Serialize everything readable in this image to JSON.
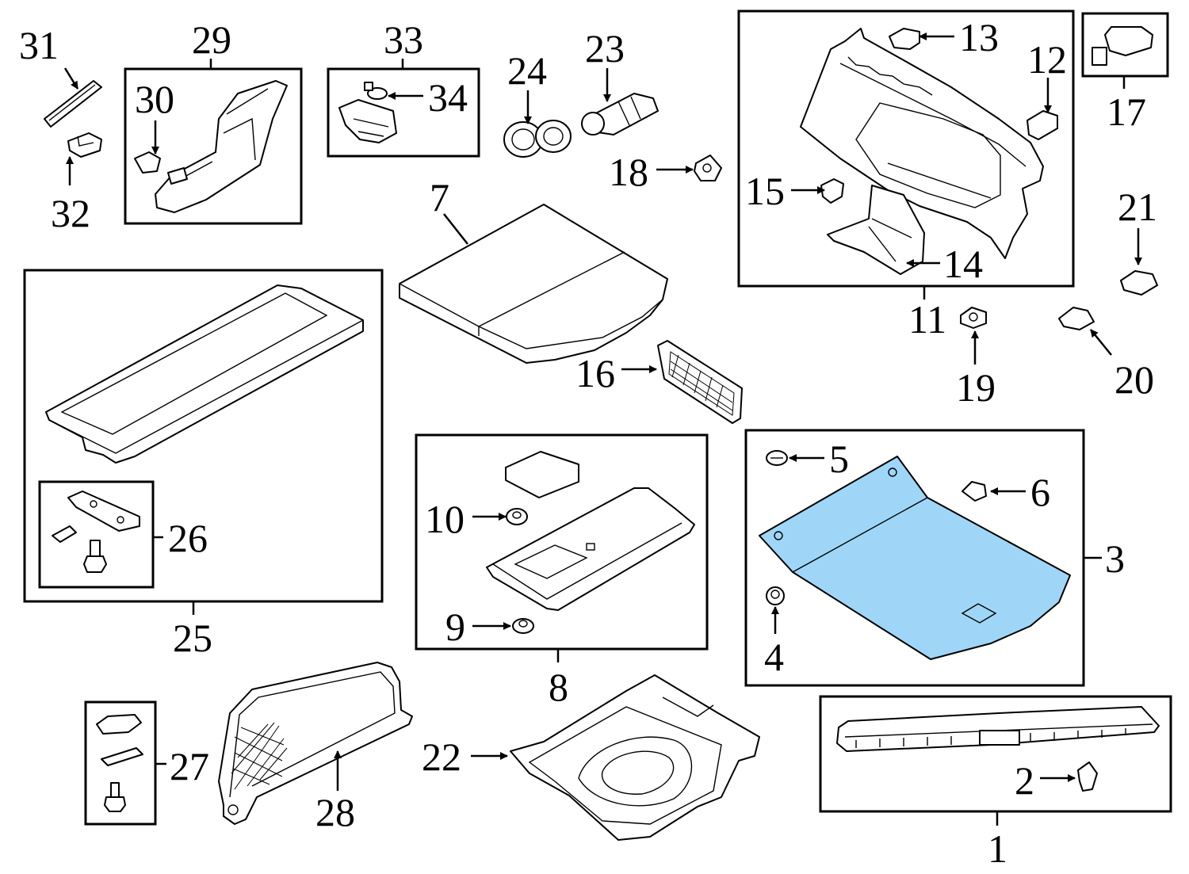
{
  "diagram": {
    "highlight_color": "#9fd6f8",
    "callouts": [
      "1",
      "2",
      "3",
      "4",
      "5",
      "6",
      "7",
      "8",
      "9",
      "10",
      "11",
      "12",
      "13",
      "14",
      "15",
      "16",
      "17",
      "18",
      "19",
      "20",
      "21",
      "22",
      "23",
      "24",
      "25",
      "26",
      "27",
      "28",
      "29",
      "30",
      "31",
      "32",
      "33",
      "34"
    ],
    "highlighted_part": "3"
  }
}
